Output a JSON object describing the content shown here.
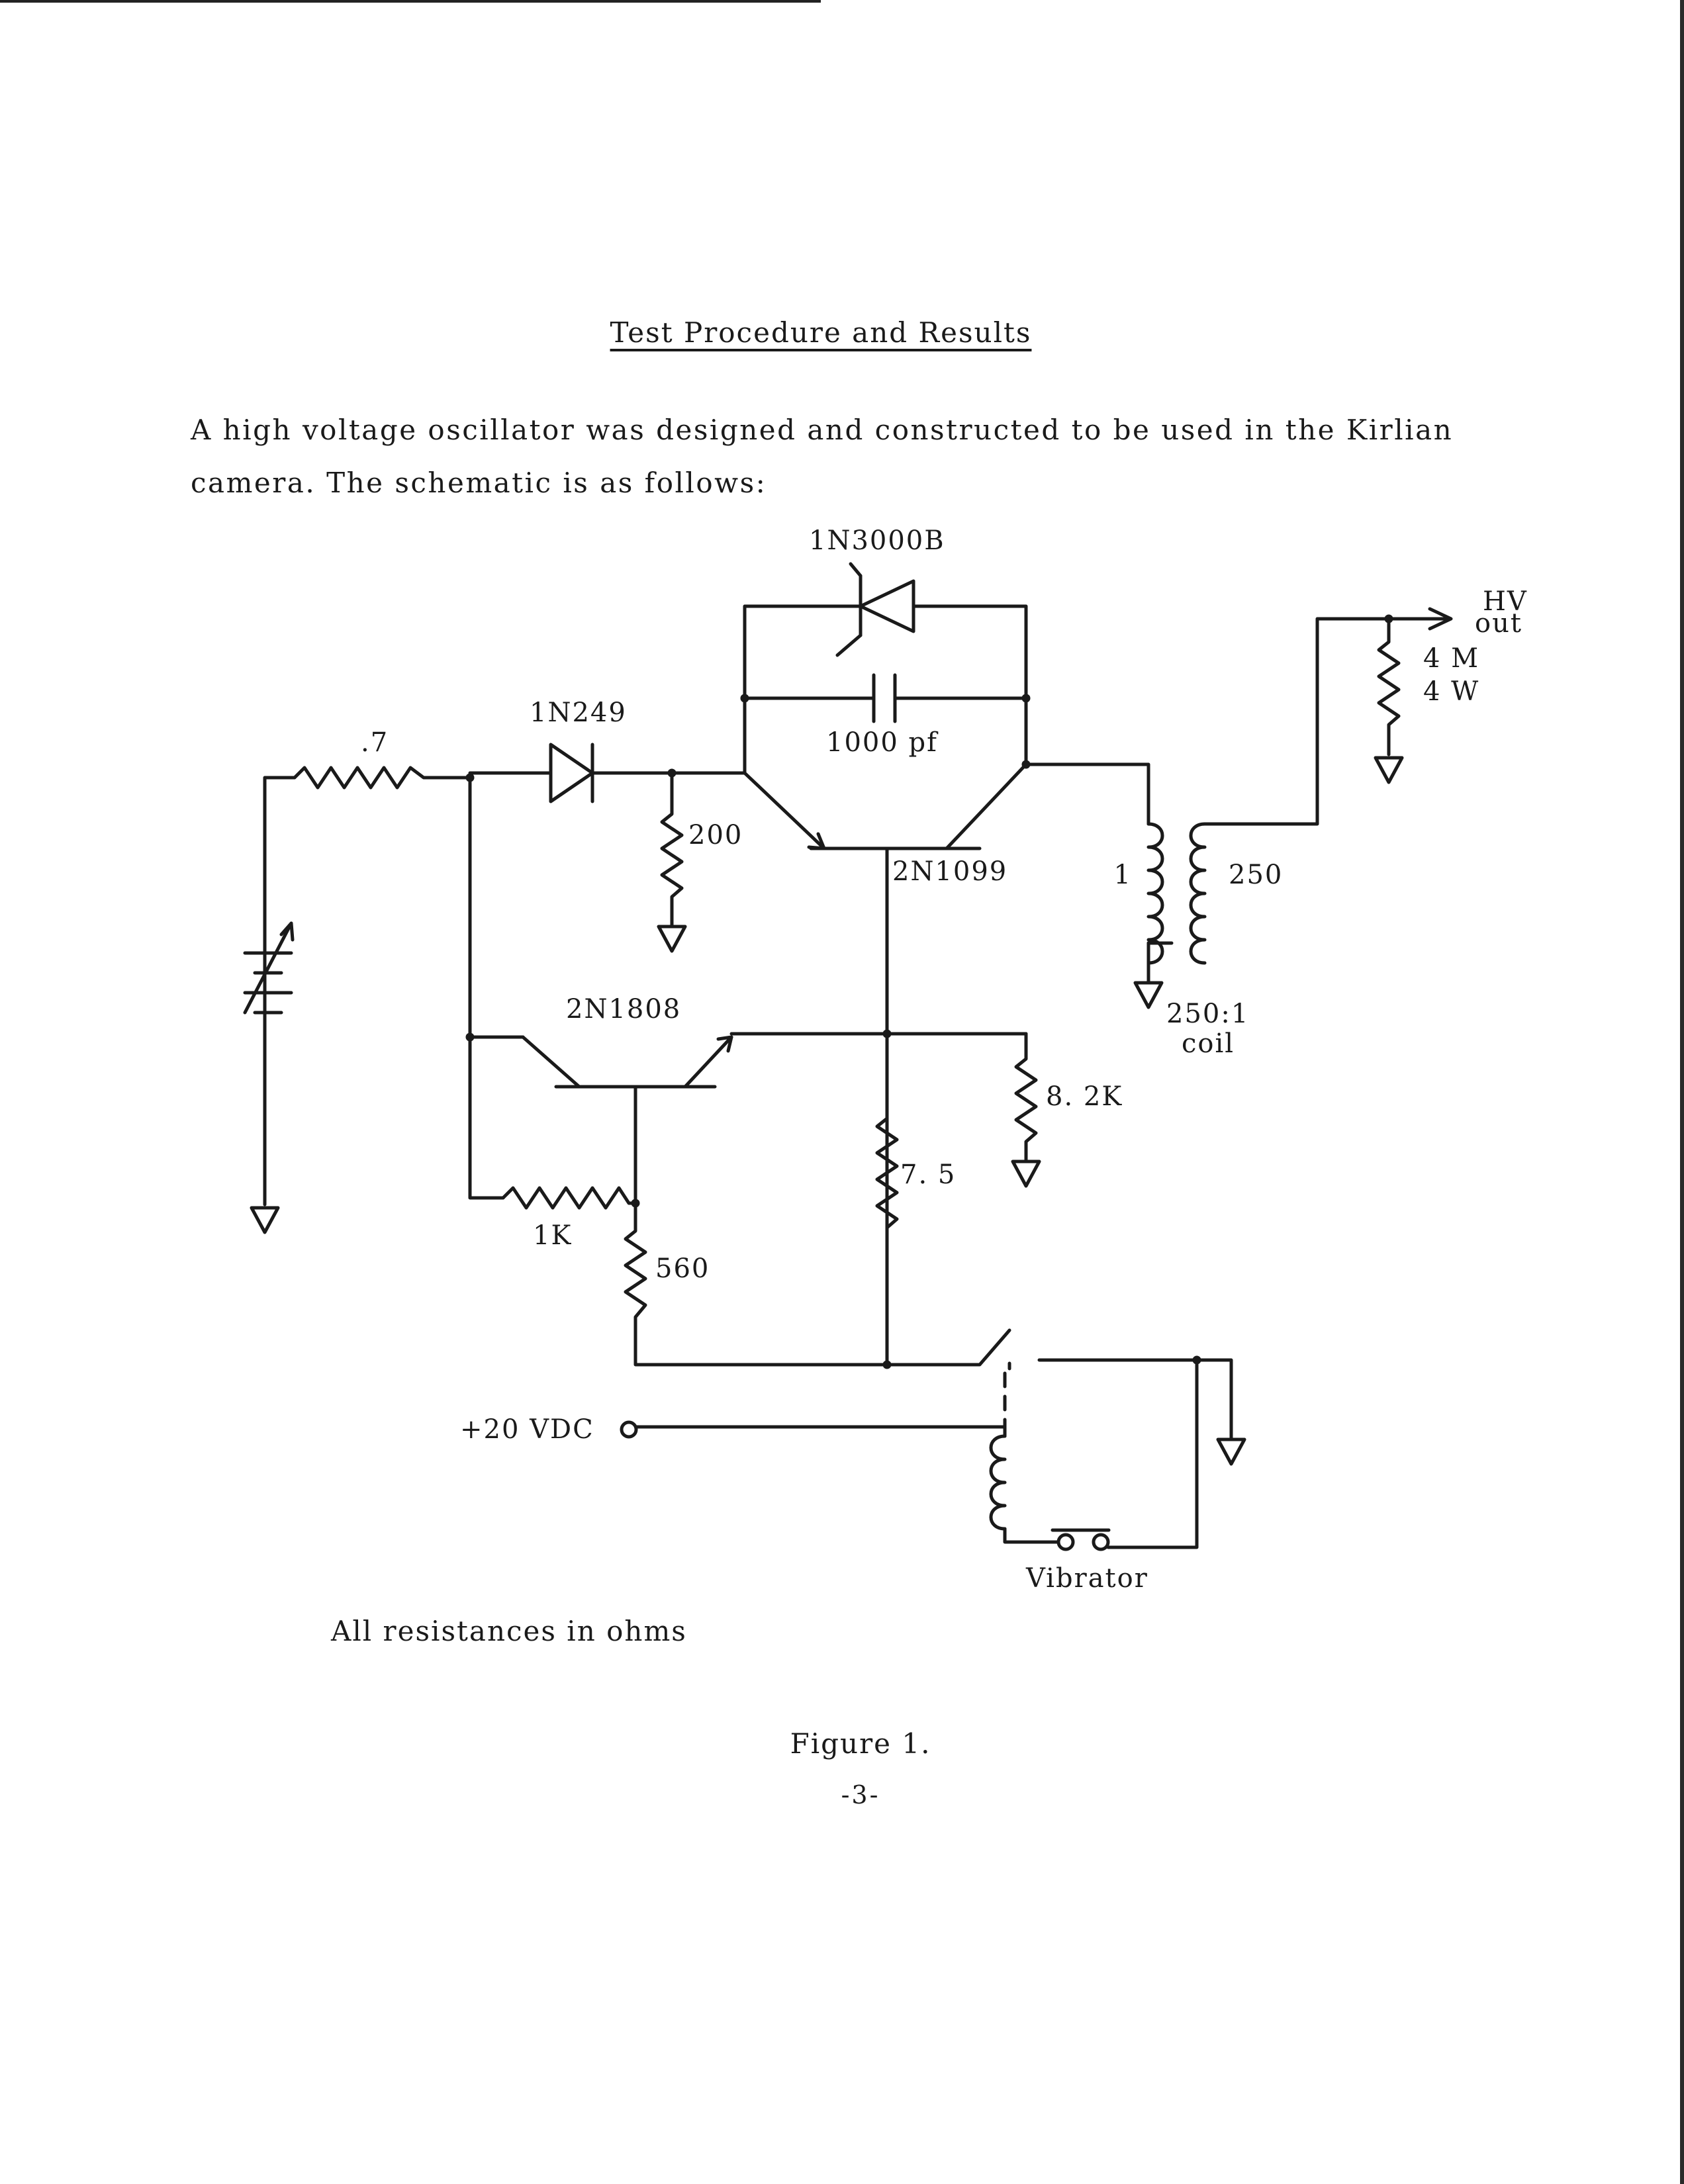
{
  "heading": "Test Procedure and Results",
  "body_text": "A high voltage oscillator was designed and constructed to be used in the Kirlian camera.  The schematic is as follows:",
  "schematic": {
    "zener_diode": "1N3000B",
    "capacitor": "1000 pf",
    "diode": "1N249",
    "input_resistor": ".7",
    "resistor_200": "200",
    "power_transistor": "2N1099",
    "coil_primary": "1",
    "coil_secondary": "250",
    "coil_ratio": "250:1",
    "coil_word": "coil",
    "hv_out_line1": "HV",
    "hv_out_line2": "out",
    "load_resistance": "4 M",
    "load_wattage": "4 W",
    "driver_transistor": "2N1808",
    "resistor_8_2k": "8. 2K",
    "resistor_7_5": "7. 5",
    "resistor_1k": "1K",
    "resistor_560": "560",
    "supply_label": "+20 VDC",
    "vibrator_label": "Vibrator"
  },
  "note": "All resistances in ohms",
  "caption": "Figure 1.",
  "page_number": "-3-"
}
